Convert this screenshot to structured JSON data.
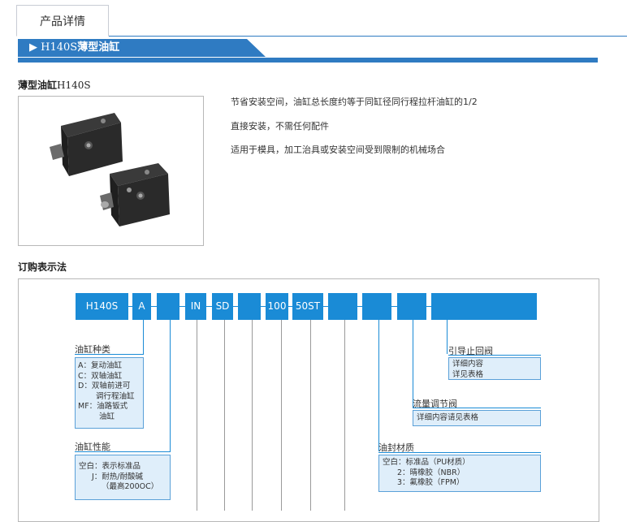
{
  "tab": {
    "label": "产品详情"
  },
  "banner": {
    "arrow": "▶",
    "model": "H140S",
    "name": "薄型油缸"
  },
  "product": {
    "title_cn": "薄型油缸",
    "title_model": "H140S"
  },
  "features": [
    "节省安装空间，油缸总长度约等于同缸径同行程拉杆油缸的1/2",
    "直接安装，不需任何配件",
    "适用于模具，加工治具或安装空间受到限制的机械场合"
  ],
  "order": {
    "title": "订购表示法",
    "codes": [
      "H140S",
      "A",
      "",
      "IN",
      "SD",
      "",
      "100",
      "50ST",
      "",
      "",
      "",
      ""
    ],
    "groups": {
      "cylinder_type": {
        "label": "油缸种类",
        "lines": [
          "A：复动油缸",
          "C：双轴油缸",
          "D：双轴前进可",
          "调行程油缸",
          "MF：油路钣式",
          "油缸"
        ]
      },
      "cylinder_perf": {
        "label": "油缸性能",
        "lines": [
          "空白：表示标准品",
          "J：耐热/耐酸碱",
          "（最高200OC）"
        ]
      },
      "check_valve": {
        "label": "引导止回阀",
        "lines": [
          "详细内容",
          "详见表格"
        ]
      },
      "flow_valve": {
        "label": "流量调节阀",
        "lines": [
          "详细内容请见表格"
        ]
      },
      "seal": {
        "label": "油封材质",
        "lines": [
          "空白：标准品（PU材质）",
          "2：晴橡胶（NBR）",
          "3：氟橡胶（FPM）"
        ]
      }
    }
  },
  "colors": {
    "accent": "#2f7bc2",
    "code_blue": "#1a8bd6",
    "box_fill": "#dfeefa"
  }
}
